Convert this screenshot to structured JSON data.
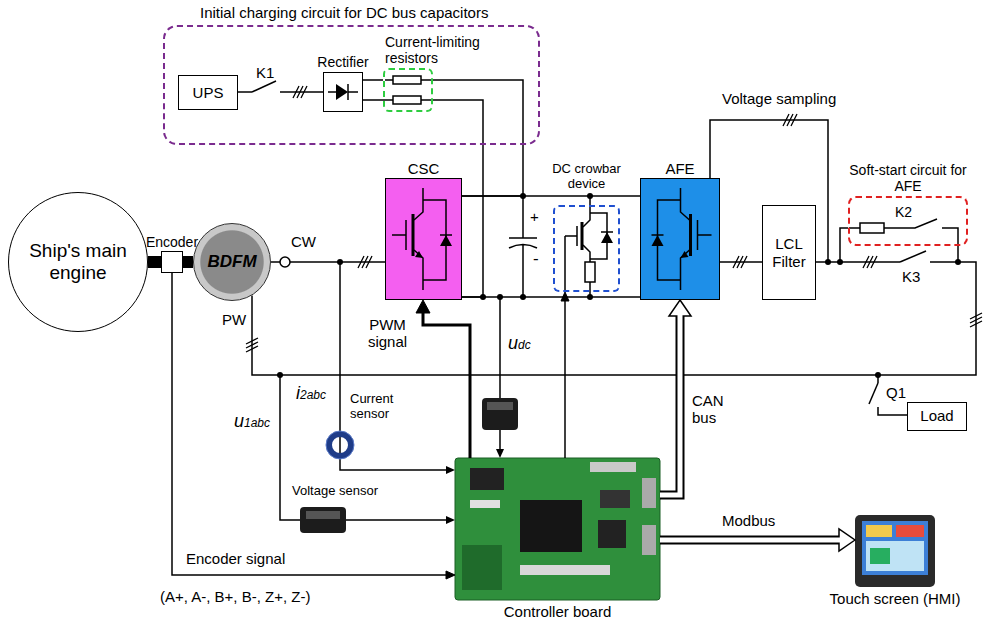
{
  "diagram": {
    "nodes": [
      {
        "text": [
          "Initial charging circuit for DC bus capacitors"
        ]
      },
      {
        "text": [
          "UPS"
        ],
        "in": 0
      },
      {
        "text": [
          "Rectifier"
        ],
        "in": 0
      },
      {
        "text": [
          "Current-limiting resistors"
        ],
        "in": 0
      },
      {
        "text": [
          "Ship's main engine"
        ]
      },
      {
        "text": [
          "Encoder"
        ]
      },
      {
        "text": [
          "BDFM"
        ]
      },
      {
        "text": [
          "CSC"
        ]
      },
      {
        "text": [
          "DC crowbar device"
        ]
      },
      {
        "text": [
          "AFE"
        ]
      },
      {
        "text": [
          "LCL Filter"
        ]
      },
      {
        "text": [
          "Soft-start circuit for AFE"
        ]
      },
      {
        "text": [
          "Load"
        ]
      },
      {
        "text": [
          "Controller board"
        ]
      },
      {
        "text": [
          "Touch screen (HMI)"
        ]
      }
    ],
    "edges": [
      {
        "from": 4,
        "to": 6,
        "arrow": "none"
      },
      {
        "from": 6,
        "to": 7,
        "arrow": "none"
      },
      {
        "from": 1,
        "to": 2,
        "arrow": "none"
      },
      {
        "from": 2,
        "to": 3,
        "arrow": "none"
      },
      {
        "from": 3,
        "to": 7,
        "arrow": "none"
      },
      {
        "from": 3,
        "to": 7,
        "arrow": "none"
      },
      {
        "from": 7,
        "to": 9,
        "arrow": "none"
      },
      {
        "from": 7,
        "to": 9,
        "arrow": "none"
      },
      {
        "from": 9,
        "to": 10,
        "arrow": "none"
      },
      {
        "from": 10,
        "to": 11,
        "arrow": "none"
      },
      {
        "from": 6,
        "to": 12,
        "arrow": "none"
      },
      {
        "from": 13,
        "to": 7,
        "arrow": "to"
      },
      {
        "from": 13,
        "to": 9,
        "arrow": "to"
      },
      {
        "from": 13,
        "to": 14,
        "arrow": "to"
      },
      {
        "from": 13,
        "to": 8,
        "arrow": "to"
      },
      {
        "from": 5,
        "to": 13,
        "arrow": "to"
      }
    ],
    "labels": [
      "K1",
      "K2",
      "K3",
      "Q1",
      "CW",
      "PW",
      "Voltage sampling",
      "PWM signal",
      "udc",
      "i2abc",
      "u1abc",
      "Current sensor",
      "Voltage sensor",
      "Encoder signal",
      "(A+, A-, B+, B-, Z+, Z-)",
      "CAN bus",
      "Modbus",
      "+",
      "-"
    ]
  }
}
